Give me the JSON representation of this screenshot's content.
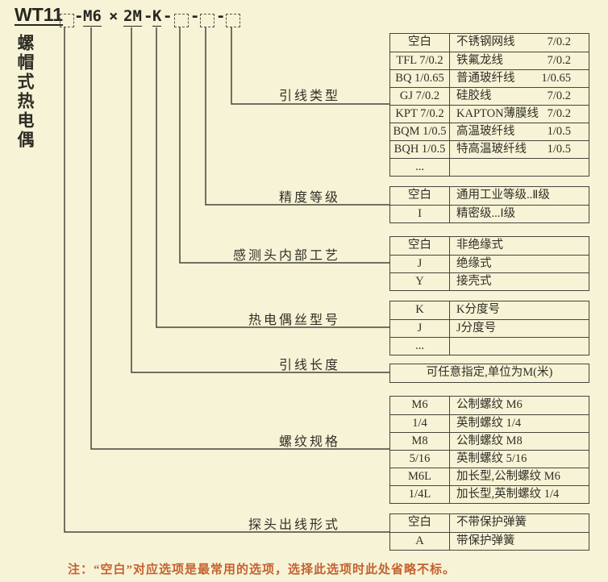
{
  "model_code": {
    "series": "WT11",
    "thread": "M6",
    "times_sign": "×",
    "length": "2M",
    "wire_type": "K",
    "dash": "-"
  },
  "side_title": "螺帽式热电偶",
  "groups": [
    {
      "label": "引线类型",
      "rows": [
        [
          "空白",
          "不锈钢网线",
          "7/0.2"
        ],
        [
          "TFL 7/0.2",
          "铁氟龙线",
          "7/0.2"
        ],
        [
          "BQ 1/0.65",
          "普通玻纤线",
          "1/0.65"
        ],
        [
          "GJ 7/0.2",
          "硅胶线",
          "7/0.2"
        ],
        [
          "KPT 7/0.2",
          "KAPTON薄膜线",
          "7/0.2"
        ],
        [
          "BQM 1/0.5",
          "高温玻纤线",
          "1/0.5"
        ],
        [
          "BQH 1/0.5",
          "特高温玻纤线",
          "1/0.5"
        ],
        [
          "...",
          "",
          ""
        ]
      ]
    },
    {
      "label": "精度等级",
      "rows": [
        [
          "空白",
          "通用工业等级..Ⅱ级",
          ""
        ],
        [
          "I",
          "精密级...Ⅰ级",
          ""
        ]
      ]
    },
    {
      "label": "感测头内部工艺",
      "rows": [
        [
          "空白",
          "非绝缘式",
          ""
        ],
        [
          "J",
          "绝缘式",
          ""
        ],
        [
          "Y",
          "接壳式",
          ""
        ]
      ]
    },
    {
      "label": "热电偶丝型号",
      "rows": [
        [
          "K",
          "K分度号",
          ""
        ],
        [
          "J",
          "J分度号",
          ""
        ],
        [
          "...",
          "",
          ""
        ]
      ]
    },
    {
      "label": "引线长度",
      "rows": [
        [
          "可任意指定,单位为M(米)"
        ]
      ]
    },
    {
      "label": "螺纹规格",
      "rows": [
        [
          "M6",
          "公制螺纹 M6",
          ""
        ],
        [
          "1/4",
          "英制螺纹 1/4",
          ""
        ],
        [
          "M8",
          "公制螺纹 M8",
          ""
        ],
        [
          "5/16",
          "英制螺纹 5/16",
          ""
        ],
        [
          "M6L",
          "加长型,公制螺纹 M6",
          ""
        ],
        [
          "1/4L",
          "加长型,英制螺纹 1/4",
          ""
        ]
      ]
    },
    {
      "label": "探头出线形式",
      "rows": [
        [
          "空白",
          "不带保护弹簧",
          ""
        ],
        [
          "A",
          "带保护弹簧",
          ""
        ]
      ]
    }
  ],
  "note": "注：“空白”对应选项是最常用的选项，选择此选项时此处省略不标。"
}
